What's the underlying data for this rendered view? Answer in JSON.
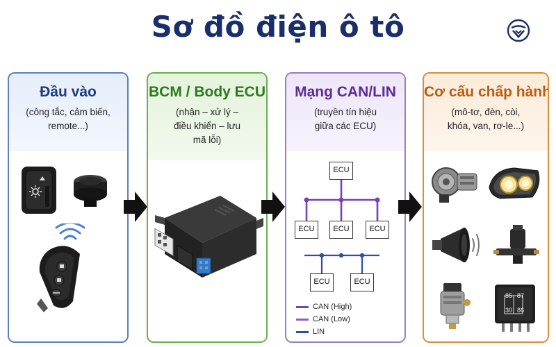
{
  "title": "Sơ đồ điện ô tô",
  "panels": {
    "inputs": {
      "heading": "Đầu vào",
      "subtitle": "(công tắc, cảm biến, remote...)"
    },
    "bcm": {
      "heading": "BCM / Body ECU",
      "subtitle_lines": [
        "(nhận – xử lý –",
        "điều khiển – lưu",
        "mã lỗi)"
      ]
    },
    "network": {
      "heading": "Mạng CAN/LIN",
      "subtitle_lines": [
        "(truyền tín hiệu",
        "giữa các ECU)"
      ],
      "ecu_label": "ECU",
      "legend": [
        "CAN (High)",
        "CAN (Low)",
        "LIN"
      ]
    },
    "actuators": {
      "heading": "Cơ cấu chấp hành",
      "subtitle_lines": [
        "(mô-tơ, đèn, còi,",
        "khóa, van, rơ-le...)"
      ],
      "relay_pins": [
        "85",
        "87",
        "30",
        "86"
      ]
    }
  },
  "colors": {
    "title": "#1a2e6b",
    "can_high": "#7a3fb5",
    "can_low": "#8e5cc9",
    "lin": "#2a4fa8",
    "arrow": "#111111"
  },
  "icons": [
    "car-logo-icon",
    "switch-icon",
    "sensor-icon",
    "remote-key-icon",
    "ecu-module-icon",
    "motor-icon",
    "headlight-icon",
    "horn-icon",
    "valve-icon",
    "solenoid-icon",
    "relay-icon"
  ]
}
